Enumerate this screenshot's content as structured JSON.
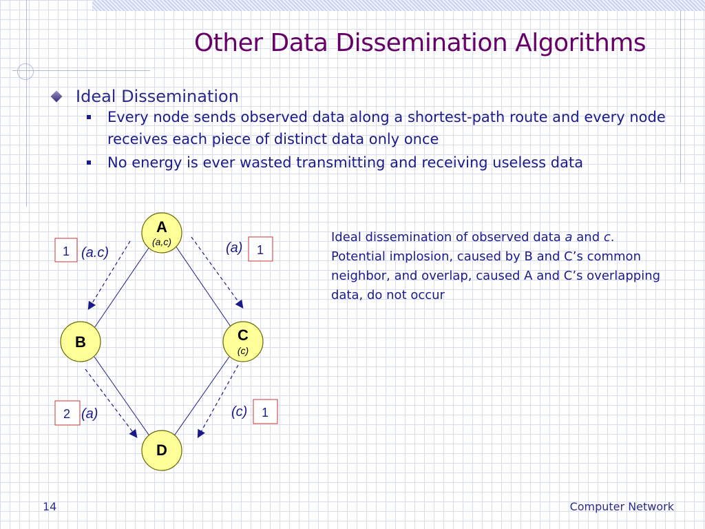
{
  "slide": {
    "title": "Other Data Dissemination Algorithms",
    "page_number": "14",
    "course": "Computer Network"
  },
  "bullets": {
    "heading": "Ideal Dissemination",
    "items": [
      "Every node sends observed data along a shortest-path route and every node receives each piece of distinct data only once",
      "No energy is ever wasted transmitting and receiving useless data"
    ]
  },
  "caption": {
    "part1": "Ideal dissemination of observed data ",
    "a": "a",
    "and": " and ",
    "c": "c",
    "part2": ". Potential implosion, caused by B and C’s common neighbor, and overlap, caused A and C’s overlapping data, do not occur"
  },
  "diagram": {
    "nodes": {
      "A": {
        "label": "A",
        "data": "(a,c)"
      },
      "B": {
        "label": "B"
      },
      "C": {
        "label": "C",
        "data": "(c)"
      },
      "D": {
        "label": "D"
      }
    },
    "messages": {
      "A_to_B": {
        "data": "(a.c)",
        "count": "1"
      },
      "A_to_C": {
        "data": "(a)",
        "count": "1"
      },
      "B_to_D": {
        "data": "(a)",
        "count": "2"
      },
      "C_to_D": {
        "data": "(c)",
        "count": "1"
      }
    },
    "colors": {
      "node_fill": "#ffff99",
      "node_stroke": "#666600",
      "count_box_stroke": "#cc3333",
      "title": "#660066",
      "text": "#1a1a8a"
    }
  }
}
